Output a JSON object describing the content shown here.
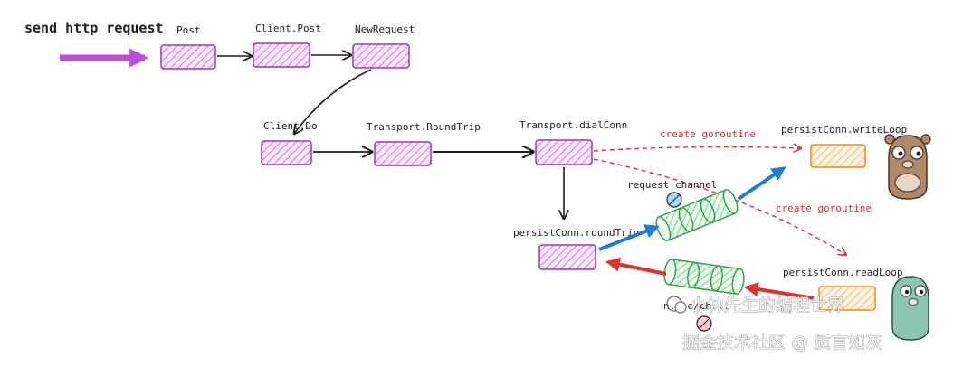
{
  "title": "send http request",
  "nodes": {
    "post": "Post",
    "client_post": "Client.Post",
    "new_request": "NewRequest",
    "client_do": "Client.Do",
    "transport_roundtrip": "Transport.RoundTrip",
    "transport_dialconn": "Transport.dialConn",
    "persistconn_roundtrip": "persistConn.roundTrip",
    "persistconn_writeloop": "persistConn.writeLoop",
    "persistconn_readloop": "persistConn.readLoop"
  },
  "channels": {
    "request": "request channel",
    "response_partial": "n...e/ch..."
  },
  "edges": {
    "create_goroutine_1": "create goroutine",
    "create_goroutine_2": "create goroutine"
  },
  "watermark": {
    "wechat": "小林先生的编程世界",
    "juejin": "掘金技术社区 @ 质言如灰"
  },
  "colors": {
    "node_stroke": "#9c36b5",
    "node_fill": "#f3d9fa",
    "channel_stroke": "#2f9e44",
    "channel_fill": "#d3f9d8",
    "loop_stroke": "#f08c00",
    "loop_fill": "#fff4e6",
    "arrow_blue": "#1c7ed6",
    "arrow_red": "#e03131",
    "start_arrow": "#be4bdb"
  }
}
